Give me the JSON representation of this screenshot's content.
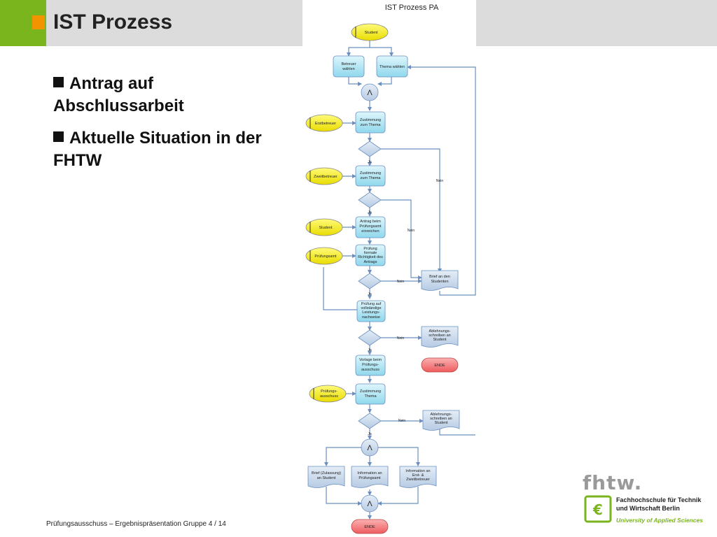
{
  "slide": {
    "title": "IST Prozess",
    "bullets": [
      "Antrag auf Abschlussarbeit",
      "Aktuelle Situation in der FHTW"
    ]
  },
  "diagram": {
    "title": "IST Prozess PA",
    "nodes": {
      "start": "Student",
      "betreuer": [
        "Betreuer",
        "wählen"
      ],
      "thema": "Thema wählen",
      "and1": "Λ",
      "erst": "Erstbetreuer",
      "zust1": [
        "Zustimmung",
        "zum Thema"
      ],
      "zweit": "Zweitbetreuer",
      "zust2": [
        "Zustimmung",
        "zum Thema"
      ],
      "student2": "Student",
      "antrag": [
        "Antrag beim",
        "Prüfungsamt",
        "einreichen"
      ],
      "pamt": "Prüfungsamt",
      "pruef1": [
        "Prüfung",
        "formale",
        "Richtigkeit des",
        "Antrags"
      ],
      "brief1": [
        "Brief an den",
        "Studenten"
      ],
      "pruef2": [
        "Prüfung auf",
        "vollständige",
        "Leistungs-",
        "nachweise"
      ],
      "ableh1": [
        "Ablehnungs-",
        "schreiben an",
        "Student"
      ],
      "ende1": "ENDE",
      "vorlage": [
        "Vorlage beim",
        "Prüfungs-",
        "ausschuss"
      ],
      "pausschuss": [
        "Prüfungs-",
        "ausschuss"
      ],
      "zust3": [
        "Zustimmung",
        "Thema"
      ],
      "ableh2": [
        "Ablehnungs-",
        "schreiben an",
        "Student"
      ],
      "and2": "Λ",
      "briefz": [
        "Brief (Zulassung)",
        "an Student"
      ],
      "info1": [
        "Information an",
        "Prüfungsamt"
      ],
      "info2": [
        "Information an",
        "Erst- &",
        "Zweitbetreuer"
      ],
      "and3": "Λ",
      "ende2": "ENDE"
    },
    "labels": {
      "ja": "Ja",
      "nein": "Nein"
    }
  },
  "footer": {
    "text": "Prüfungsausschuss – Ergebnispräsentation Gruppe 4",
    "sep": "/",
    "page": "14"
  },
  "logo": {
    "mark": "fhtw.",
    "line1": "Fachhochschule für Technik",
    "line2": "und Wirtschaft Berlin",
    "line3": "University of Applied Sciences"
  },
  "colors": {
    "green": "#7ab51d",
    "orange": "#f29400",
    "yellow": "#f7ee14",
    "cyan": "#a8e4f2",
    "box": "#c5d7ea",
    "red": "#f5787a",
    "line": "#6a8fc0"
  }
}
